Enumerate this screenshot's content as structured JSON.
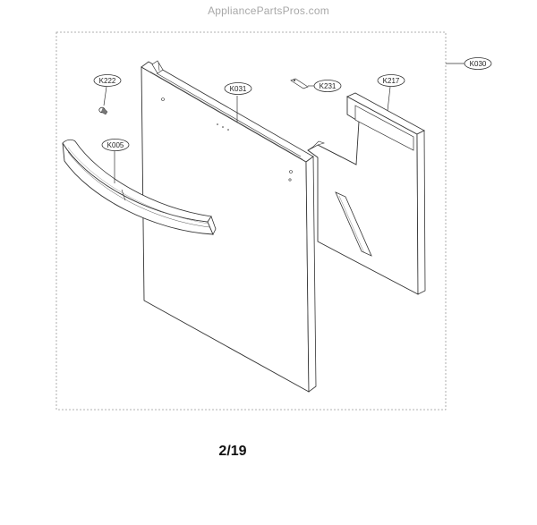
{
  "watermark": "AppliancePartsPros.com",
  "page_number": "2/19",
  "callouts": {
    "k030": "K030",
    "k222": "K222",
    "k031": "K031",
    "k231": "K231",
    "k217": "K217",
    "k005": "K005"
  }
}
